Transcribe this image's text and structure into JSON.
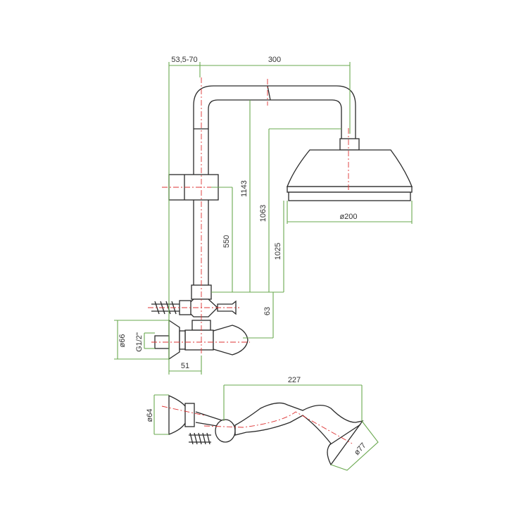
{
  "dimensions": {
    "arm_offset": "53,5-70",
    "arm_length": "300",
    "total_height": "1143",
    "head_height_top": "1063",
    "head_height_bottom": "1025",
    "slider_height": "550",
    "head_diameter": "ø200",
    "valve_offset": "63",
    "wall_flange_diameter": "ø66",
    "thread": "G1/2\"",
    "wall_depth": "51",
    "hand_shower_length": "227",
    "holder_diameter": "ø64",
    "hand_head_diameter": "ø77"
  },
  "colors": {
    "outline": "#2a2a2a",
    "dimension": "#6aa84f",
    "centerline": "#dd3333"
  }
}
